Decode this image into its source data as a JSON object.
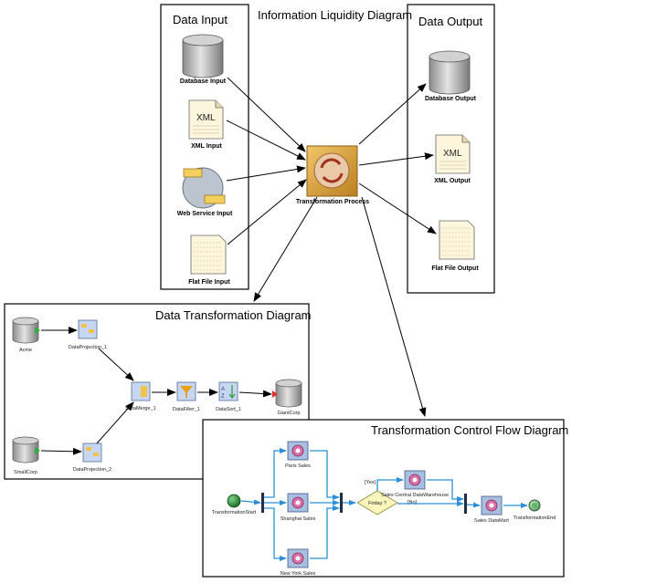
{
  "title": "Information Liquidity Diagram",
  "input_panel": {
    "title": "Data Input",
    "items": [
      "Database Input",
      "XML Input",
      "Web Service Input",
      "Flat File Input"
    ]
  },
  "output_panel": {
    "title": "Data Output",
    "items": [
      "Database Output",
      "XML Output",
      "Flat File Output"
    ]
  },
  "xml_glyph": "XML",
  "center": {
    "label": "Transformation Process"
  },
  "transformation_panel": {
    "title": "Data Transformation Diagram",
    "nodes": [
      "Acme",
      "DataProjection_1",
      "SmallCorp",
      "DataProjection_2",
      "DataMerge_1",
      "DataFilter_1",
      "DataSort_1",
      "GiantCorp"
    ]
  },
  "control_panel": {
    "title": "Transformation Control Flow Diagram",
    "start": "TransformationStart",
    "tasks": [
      "Paris Sales",
      "Shanghai Sales",
      "New York Sales",
      "Sales Central DataWarehouse",
      "Sales DataMart"
    ],
    "decision": "Friday ?",
    "guard_yes": "[Yes]",
    "guard_no": "[No]",
    "end": "TransformationEnd"
  },
  "colors": {
    "flow_line": "#2a8fd6",
    "process_box": "#d9a23a",
    "start_node": "#1d8a2a",
    "decision": "#fbf6bd"
  }
}
